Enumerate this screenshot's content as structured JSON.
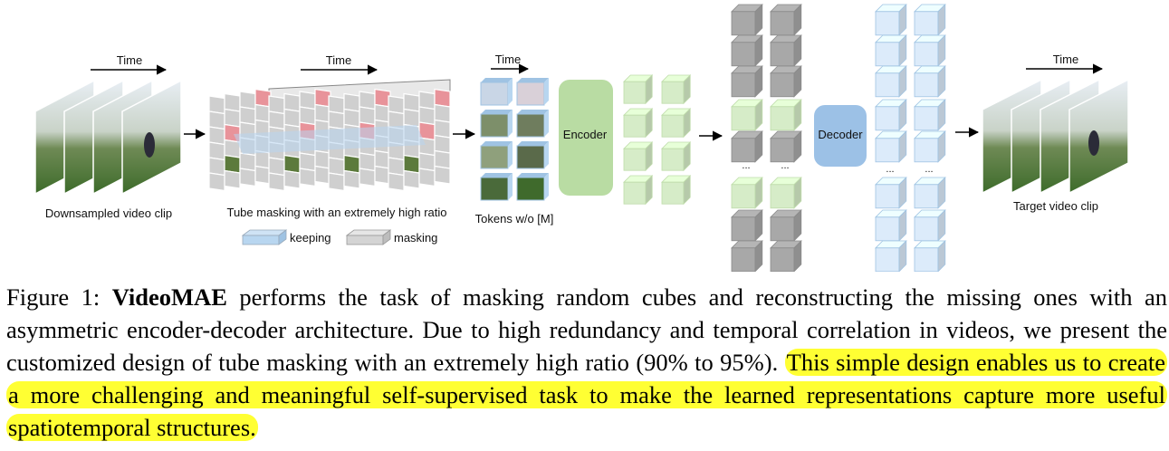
{
  "figure": {
    "time_label": "Time",
    "downsampled_label": "Downsampled video clip",
    "tube_masking_label": "Tube masking with an extremely high ratio",
    "legend_keeping": "keeping",
    "legend_masking": "masking",
    "tokens_label": "Tokens w/o [M]",
    "encoder_label": "Encoder",
    "decoder_label": "Decoder",
    "target_label": "Target video clip",
    "ellipsis": "...",
    "colors": {
      "encoder": "#b9dca3",
      "decoder": "#9cc1e6",
      "green_cube": "#d6ecc8",
      "gray_cube": "#a8a8a8",
      "blue_cube": "#dcebfa",
      "mask_red": "#e8939a",
      "keep_blue": "#b8d6f0",
      "highlight": "#ffff33"
    }
  },
  "caption": {
    "prefix": "Figure 1: ",
    "bold_name": "VideoMAE",
    "text_main": " performs the task of masking random cubes and reconstructing the missing ones with an asymmetric encoder-decoder architecture. Due to high redundancy and temporal correlation in videos, we present the customized design of tube masking with an extremely high ratio (90% to 95%). ",
    "text_highlighted": "This simple design enables us to create a more challenging and meaningful self-supervised task to make the learned representations capture more useful spatiotemporal structures."
  }
}
